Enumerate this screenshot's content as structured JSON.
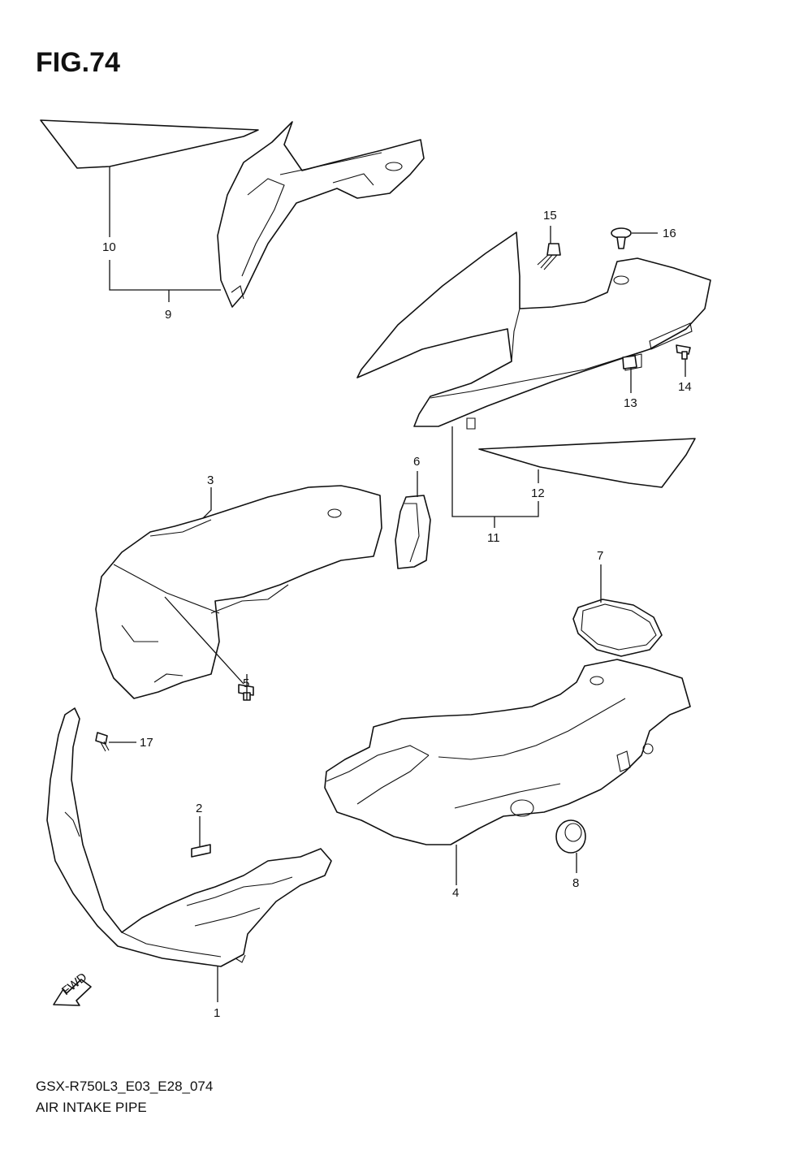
{
  "figure": {
    "title": "FIG.74",
    "code": "GSX-R750L3_E03_E28_074",
    "name": "AIR INTAKE PIPE"
  },
  "callouts": {
    "c1": "1",
    "c2": "2",
    "c3": "3",
    "c4": "4",
    "c5": "5",
    "c6": "6",
    "c7": "7",
    "c8": "8",
    "c9": "9",
    "c10": "10",
    "c11": "11",
    "c12": "12",
    "c13": "13",
    "c14": "14",
    "c15": "15",
    "c16": "16",
    "c17": "17"
  },
  "fwd_label": "FWD"
}
